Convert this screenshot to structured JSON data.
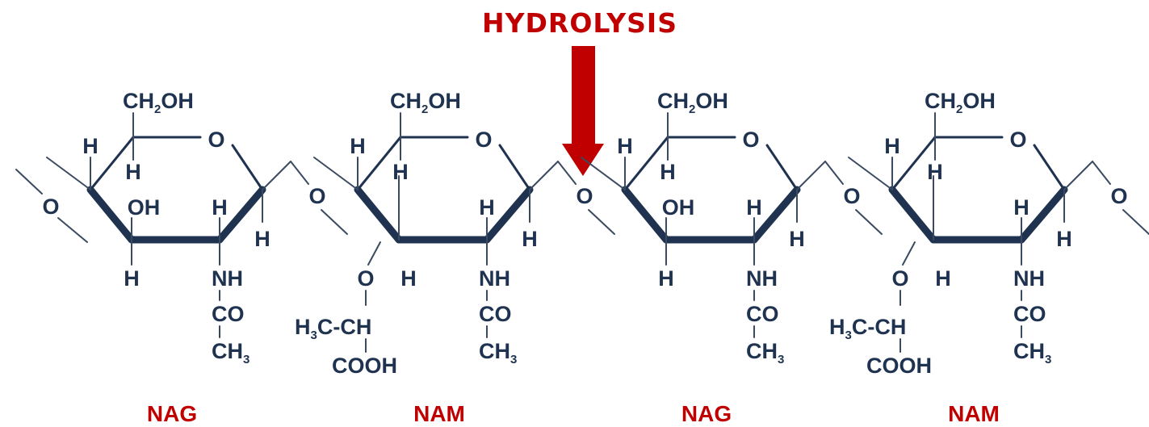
{
  "title": "HYDROLYSIS",
  "colors": {
    "label": "#c00000",
    "structure": "#1f3350",
    "arrow": "#c00000"
  },
  "atoms": {
    "ring_o": "O",
    "link_o": "O",
    "h": "H",
    "oh": "OH",
    "ch2oh_main": "CH",
    "ch2oh_sub": "2",
    "ch2oh_tail": "OH",
    "nh": "NH",
    "co": "CO",
    "ch3_main": "CH",
    "ch3_sub": "3",
    "ether_o": "O",
    "h3c_main": "H",
    "h3c_sub": "3",
    "h3c_tail": "C-CH",
    "cooh": "COOH"
  },
  "units": [
    {
      "label": "NAG",
      "type": "NAG"
    },
    {
      "label": "NAM",
      "type": "NAM"
    },
    {
      "label": "NAG",
      "type": "NAG"
    },
    {
      "label": "NAM",
      "type": "NAM"
    }
  ]
}
